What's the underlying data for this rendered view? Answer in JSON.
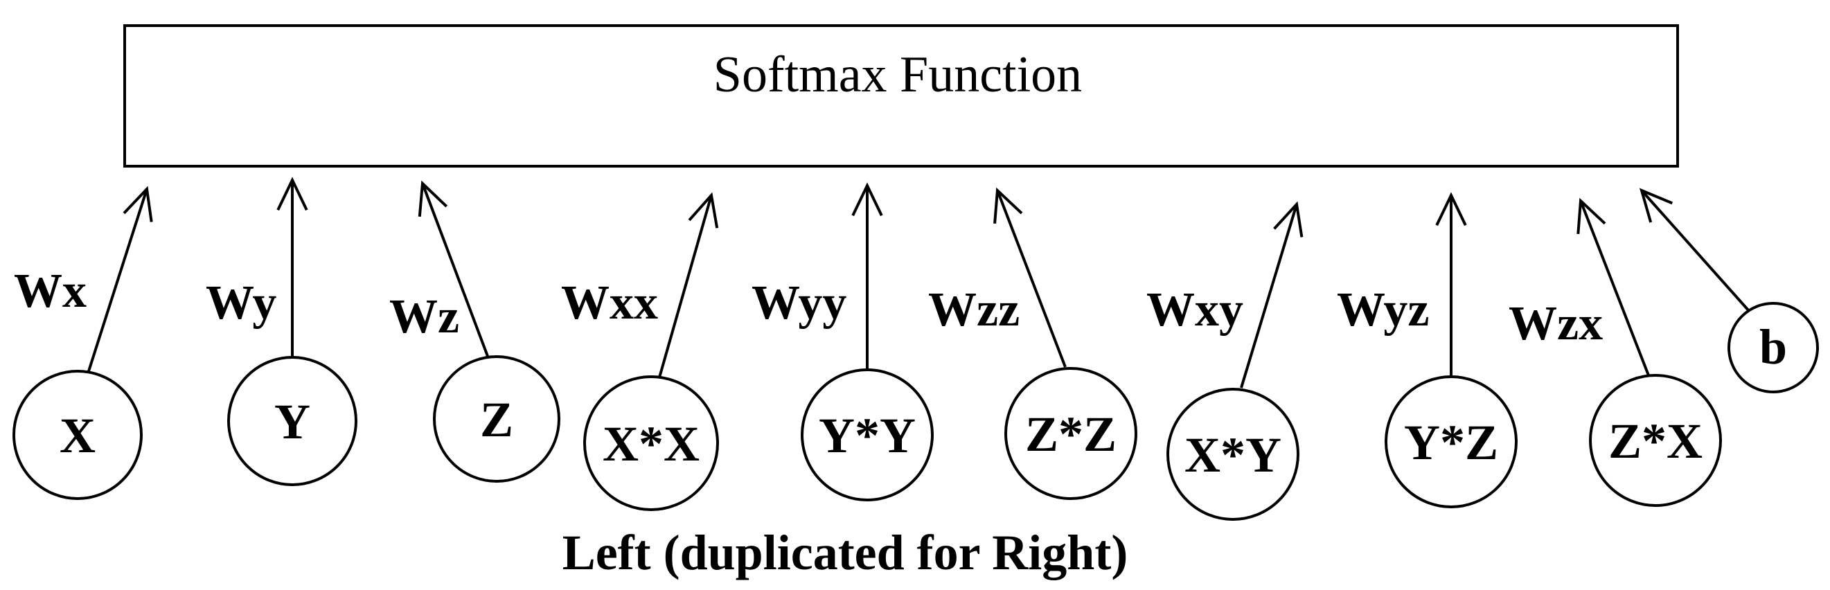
{
  "box": {
    "label": "Softmax Function"
  },
  "caption": "Left (duplicated for Right)",
  "nodes": [
    {
      "id": "x",
      "label": "X",
      "weight": "Wx"
    },
    {
      "id": "y",
      "label": "Y",
      "weight": "Wy"
    },
    {
      "id": "z",
      "label": "Z",
      "weight": "Wz"
    },
    {
      "id": "xx",
      "label": "X*X",
      "weight": "Wxx"
    },
    {
      "id": "yy",
      "label": "Y*Y",
      "weight": "Wyy"
    },
    {
      "id": "zz",
      "label": "Z*Z",
      "weight": "Wzz"
    },
    {
      "id": "xy",
      "label": "X*Y",
      "weight": "Wxy"
    },
    {
      "id": "yz",
      "label": "Y*Z",
      "weight": "Wyz"
    },
    {
      "id": "zx",
      "label": "Z*X",
      "weight": "Wzx"
    },
    {
      "id": "b",
      "label": "b",
      "weight": ""
    }
  ]
}
